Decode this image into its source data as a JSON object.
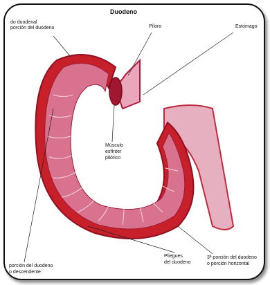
{
  "title": "Duodeno",
  "labels": {
    "top_left_line1": "do duodenal",
    "top_left_line2": "porción del duodeno",
    "pyloric": "Píloro",
    "stomach": "Estómago",
    "sphincter_line1": "Músculo",
    "sphincter_line2": "esfínter",
    "sphincter_line3": "pilórico",
    "bottom_left_line1": "porción del duodeno",
    "bottom_left_line2": "o descendente",
    "folds_line1": "Pliegues",
    "folds_line2": "del duodeno",
    "third_line1": "3ª porción del duodeno",
    "third_line2": "o porción horizontal"
  },
  "colors": {
    "wall": "#c8202a",
    "inner": "#d96a8a",
    "stomach": "#e9a3b8"
  }
}
